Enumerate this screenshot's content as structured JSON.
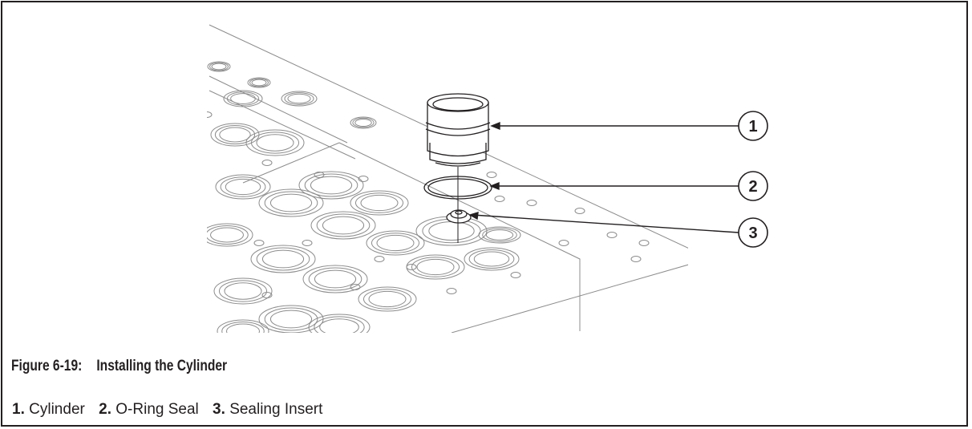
{
  "figure": {
    "number": "Figure 6-19:",
    "title": "Installing the Cylinder"
  },
  "callouts": [
    {
      "number": "1",
      "label": "Cylinder"
    },
    {
      "number": "2",
      "label": "O-Ring Seal"
    },
    {
      "number": "3",
      "label": "Sealing Insert"
    }
  ],
  "legend": [
    {
      "number": "1.",
      "label": "Cylinder"
    },
    {
      "number": "2.",
      "label": "O-Ring Seal"
    },
    {
      "number": "3.",
      "label": "Sealing Insert"
    }
  ],
  "colors": {
    "line": "#231f20",
    "light_line": "#8c8c8c"
  }
}
